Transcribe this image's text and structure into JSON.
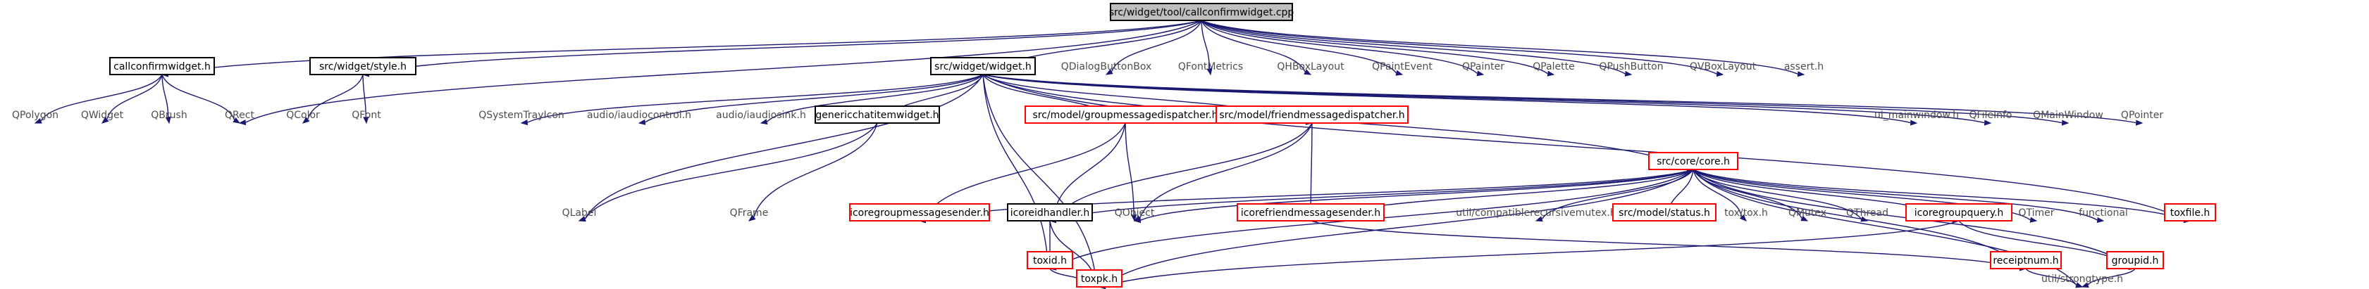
{
  "graph": {
    "title": "src/widget/tool/callconfirmwidget.cpp",
    "colors": {
      "edge": "#191970",
      "root_fill": "#bfbfbf",
      "box_border_black": "#000000",
      "box_border_red": "#ff0000",
      "text_black": "#000000",
      "text_gray": "#4d4d4d"
    },
    "nodes": [
      {
        "id": "root",
        "label": "src/widget/tool/callconfirmwidget.cpp",
        "style": "root"
      },
      {
        "id": "ccw_h",
        "label": "callconfirmwidget.h",
        "style": "black"
      },
      {
        "id": "style_h",
        "label": "src/widget/style.h",
        "style": "black"
      },
      {
        "id": "widget_h",
        "label": "src/widget/widget.h",
        "style": "black"
      },
      {
        "id": "qdialogbuttonbox",
        "label": "QDialogButtonBox",
        "style": "plain"
      },
      {
        "id": "qfontmetrics",
        "label": "QFontMetrics",
        "style": "plain"
      },
      {
        "id": "qhboxlayout",
        "label": "QHBoxLayout",
        "style": "plain"
      },
      {
        "id": "qpaintevent",
        "label": "QPaintEvent",
        "style": "plain"
      },
      {
        "id": "qpainter",
        "label": "QPainter",
        "style": "plain"
      },
      {
        "id": "qpalette",
        "label": "QPalette",
        "style": "plain"
      },
      {
        "id": "qpushbutton",
        "label": "QPushButton",
        "style": "plain"
      },
      {
        "id": "qvboxlayout",
        "label": "QVBoxLayout",
        "style": "plain"
      },
      {
        "id": "assert_h",
        "label": "assert.h",
        "style": "plain"
      },
      {
        "id": "qpolygon",
        "label": "QPolygon",
        "style": "plain"
      },
      {
        "id": "qwidget",
        "label": "QWidget",
        "style": "plain"
      },
      {
        "id": "qbrush",
        "label": "QBrush",
        "style": "plain"
      },
      {
        "id": "qrect",
        "label": "QRect",
        "style": "plain"
      },
      {
        "id": "qcolor",
        "label": "QColor",
        "style": "plain"
      },
      {
        "id": "qfont",
        "label": "QFont",
        "style": "plain"
      },
      {
        "id": "qsystemtrayicon",
        "label": "QSystemTrayIcon",
        "style": "plain"
      },
      {
        "id": "iaudiocontrol",
        "label": "audio/iaudiocontrol.h",
        "style": "plain"
      },
      {
        "id": "iaudiosink",
        "label": "audio/iaudiosink.h",
        "style": "plain"
      },
      {
        "id": "genericchat",
        "label": "genericchatitemwidget.h",
        "style": "black"
      },
      {
        "id": "groupmsgdisp",
        "label": "src/model/groupmessagedispatcher.h",
        "style": "red"
      },
      {
        "id": "friendmsgdisp",
        "label": "src/model/friendmessagedispatcher.h",
        "style": "red"
      },
      {
        "id": "core_h",
        "label": "src/core/core.h",
        "style": "red"
      },
      {
        "id": "ui_mainwindow",
        "label": "ui_mainwindow.h",
        "style": "plain"
      },
      {
        "id": "qfileinfo",
        "label": "QFileInfo",
        "style": "plain"
      },
      {
        "id": "qmainwindow",
        "label": "QMainWindow",
        "style": "plain"
      },
      {
        "id": "qpointer",
        "label": "QPointer",
        "style": "plain"
      },
      {
        "id": "qframe",
        "label": "QFrame",
        "style": "plain"
      },
      {
        "id": "qlabel",
        "label": "QLabel",
        "style": "plain"
      },
      {
        "id": "icoregroupmsgsender",
        "label": "icoregroupmessagesender.h",
        "style": "red"
      },
      {
        "id": "icoreidhandler",
        "label": "icoreidhandler.h",
        "style": "black"
      },
      {
        "id": "qobject",
        "label": "QObject",
        "style": "plain"
      },
      {
        "id": "icorefriendmsgsender",
        "label": "icorefriendmessagesender.h",
        "style": "red"
      },
      {
        "id": "compatrecmutex",
        "label": "util/compatiblerecursivemutex.h",
        "style": "plain"
      },
      {
        "id": "status_h",
        "label": "src/model/status.h",
        "style": "red"
      },
      {
        "id": "tox_h",
        "label": "tox/tox.h",
        "style": "plain"
      },
      {
        "id": "qmutex",
        "label": "QMutex",
        "style": "plain"
      },
      {
        "id": "qthread",
        "label": "QThread",
        "style": "plain"
      },
      {
        "id": "icoregroupquery",
        "label": "icoregroupquery.h",
        "style": "red"
      },
      {
        "id": "qtimer",
        "label": "QTimer",
        "style": "plain"
      },
      {
        "id": "functional",
        "label": "functional",
        "style": "plain"
      },
      {
        "id": "toxfile_h",
        "label": "toxfile.h",
        "style": "red"
      },
      {
        "id": "toxid_h",
        "label": "toxid.h",
        "style": "red"
      },
      {
        "id": "receiptnum_h",
        "label": "receiptnum.h",
        "style": "red"
      },
      {
        "id": "groupid_h",
        "label": "groupid.h",
        "style": "red"
      },
      {
        "id": "toxpk_h",
        "label": "toxpk.h",
        "style": "red"
      },
      {
        "id": "strongtype_h",
        "label": "util/strongtype.h",
        "style": "plain"
      }
    ],
    "edges": [
      [
        "root",
        "ccw_h"
      ],
      [
        "root",
        "style_h"
      ],
      [
        "root",
        "widget_h"
      ],
      [
        "root",
        "qdialogbuttonbox"
      ],
      [
        "root",
        "qfontmetrics"
      ],
      [
        "root",
        "qhboxlayout"
      ],
      [
        "root",
        "qpaintevent"
      ],
      [
        "root",
        "qpainter"
      ],
      [
        "root",
        "qpalette"
      ],
      [
        "root",
        "qpushbutton"
      ],
      [
        "root",
        "qvboxlayout"
      ],
      [
        "root",
        "assert_h"
      ],
      [
        "root",
        "qrect"
      ],
      [
        "ccw_h",
        "qpolygon"
      ],
      [
        "ccw_h",
        "qwidget"
      ],
      [
        "ccw_h",
        "qbrush"
      ],
      [
        "ccw_h",
        "qrect"
      ],
      [
        "style_h",
        "qcolor"
      ],
      [
        "style_h",
        "qfont"
      ],
      [
        "widget_h",
        "qlabel"
      ],
      [
        "widget_h",
        "qsystemtrayicon"
      ],
      [
        "widget_h",
        "iaudiocontrol"
      ],
      [
        "widget_h",
        "iaudiosink"
      ],
      [
        "widget_h",
        "genericchat"
      ],
      [
        "widget_h",
        "groupmsgdisp"
      ],
      [
        "widget_h",
        "friendmsgdisp"
      ],
      [
        "widget_h",
        "core_h"
      ],
      [
        "widget_h",
        "ui_mainwindow"
      ],
      [
        "widget_h",
        "qfileinfo"
      ],
      [
        "widget_h",
        "qmainwindow"
      ],
      [
        "widget_h",
        "qpointer"
      ],
      [
        "widget_h",
        "toxid_h"
      ],
      [
        "widget_h",
        "toxpk_h"
      ],
      [
        "widget_h",
        "toxfile_h"
      ],
      [
        "genericchat",
        "qframe"
      ],
      [
        "genericchat",
        "qlabel"
      ],
      [
        "groupmsgdisp",
        "icoregroupmsgsender"
      ],
      [
        "groupmsgdisp",
        "icoreidhandler"
      ],
      [
        "groupmsgdisp",
        "qobject"
      ],
      [
        "friendmsgdisp",
        "icorefriendmsgsender"
      ],
      [
        "friendmsgdisp",
        "qobject"
      ],
      [
        "friendmsgdisp",
        "icoreidhandler"
      ],
      [
        "core_h",
        "icoregroupmsgsender"
      ],
      [
        "core_h",
        "icoreidhandler"
      ],
      [
        "core_h",
        "qobject"
      ],
      [
        "core_h",
        "icorefriendmsgsender"
      ],
      [
        "core_h",
        "compatrecmutex"
      ],
      [
        "core_h",
        "status_h"
      ],
      [
        "core_h",
        "tox_h"
      ],
      [
        "core_h",
        "qmutex"
      ],
      [
        "core_h",
        "qthread"
      ],
      [
        "core_h",
        "icoregroupquery"
      ],
      [
        "core_h",
        "qtimer"
      ],
      [
        "core_h",
        "functional"
      ],
      [
        "core_h",
        "toxfile_h"
      ],
      [
        "core_h",
        "toxid_h"
      ],
      [
        "core_h",
        "toxpk_h"
      ],
      [
        "core_h",
        "receiptnum_h"
      ],
      [
        "core_h",
        "groupid_h"
      ],
      [
        "core_h",
        "strongtype_h"
      ],
      [
        "icoreidhandler",
        "toxid_h"
      ],
      [
        "icoreidhandler",
        "toxpk_h"
      ],
      [
        "icorefriendmsgsender",
        "receiptnum_h"
      ],
      [
        "icoregroupquery",
        "groupid_h"
      ],
      [
        "icoregroupquery",
        "toxpk_h"
      ],
      [
        "toxid_h",
        "toxpk_h"
      ],
      [
        "receiptnum_h",
        "strongtype_h"
      ],
      [
        "groupid_h",
        "strongtype_h"
      ]
    ]
  }
}
